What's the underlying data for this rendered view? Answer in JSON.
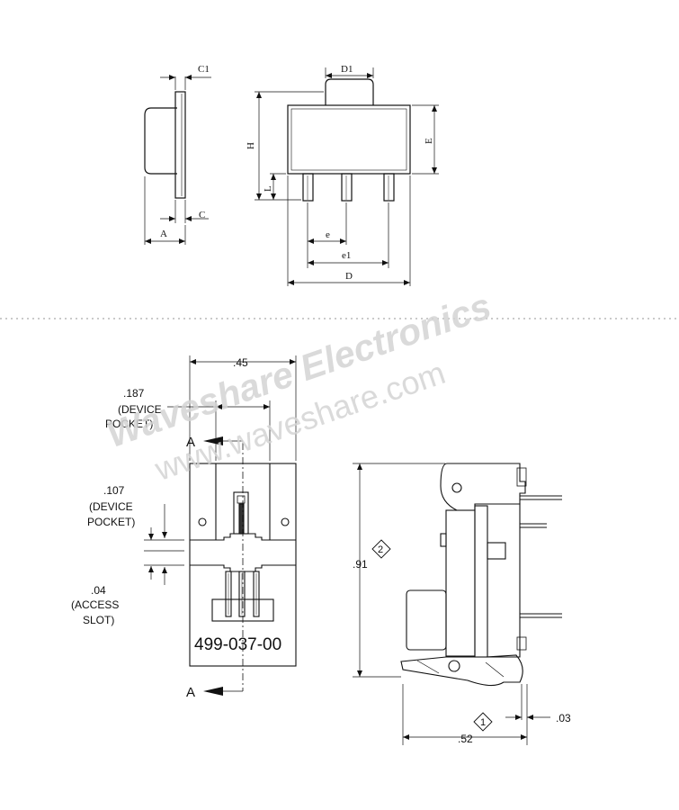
{
  "top_view": {
    "labels": {
      "c1": "C1",
      "d1": "D1",
      "h": "H",
      "e_cap": "E",
      "l": "L",
      "c": "C",
      "a": "A",
      "e": "e",
      "e1": "e1",
      "d": "D"
    }
  },
  "watermark": {
    "brand": "Waveshare Electronics",
    "url": "www.waveshare.com"
  },
  "bottom_view": {
    "dim_045": ".45",
    "dim_187": ".187",
    "device_pocket_1": "(DEVICE",
    "device_pocket_2": "POCKET)",
    "dim_107": ".107",
    "dim_04": ".04",
    "access_1": "(ACCESS",
    "access_2": "SLOT)",
    "section_top": "A",
    "section_bottom": "A",
    "part_number": "499-037-00"
  },
  "side_view": {
    "dim_091": ".91",
    "note_2": "2",
    "note_1": "1",
    "dim_052": ".52",
    "dim_003": ".03"
  }
}
